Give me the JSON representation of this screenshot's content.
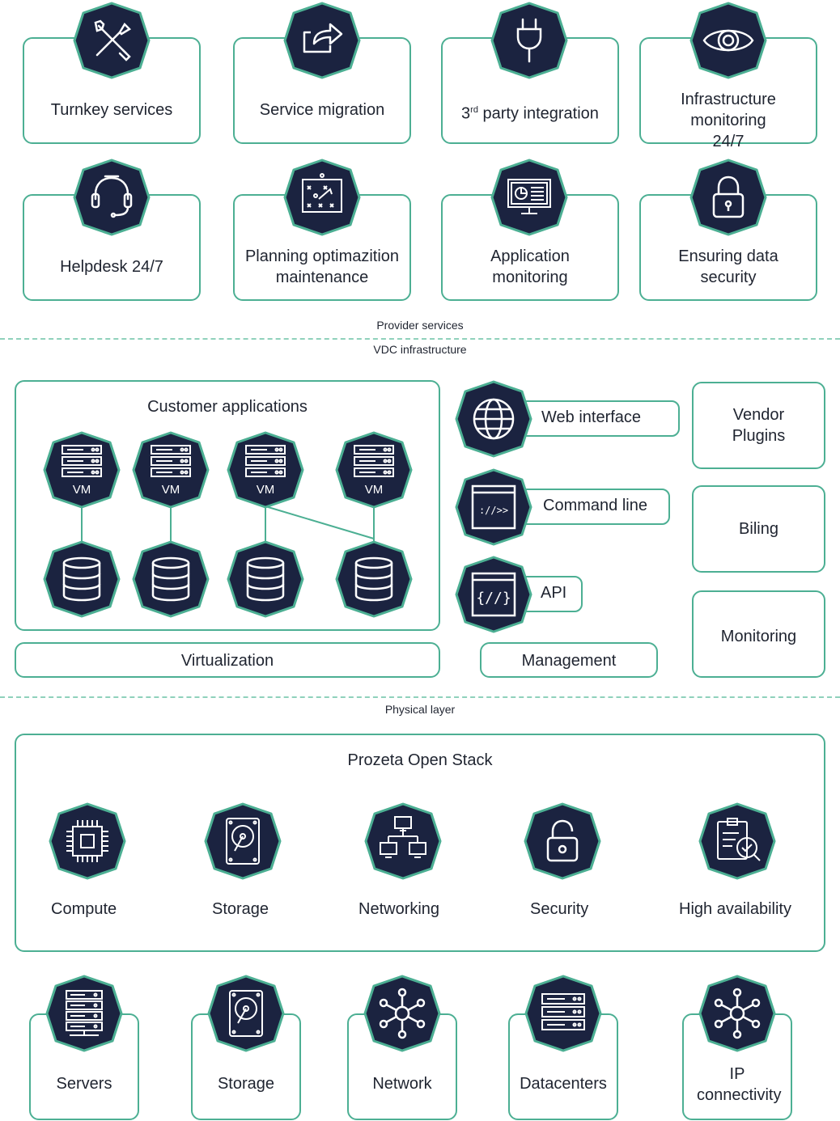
{
  "provider_services": [
    {
      "label": "Turnkey services",
      "icon": "tools-icon"
    },
    {
      "label": "Service migration",
      "icon": "share-icon"
    },
    {
      "label_main": "3",
      "label_sup": "rd",
      "label_rest": " party integration",
      "icon": "plug-icon"
    },
    {
      "label": "Infrastructure monitoring 24/7",
      "icon": "eye-icon"
    },
    {
      "label": "Helpdesk 24/7",
      "icon": "headset-icon"
    },
    {
      "label": "Planning optimazition maintenance",
      "icon": "strategy-board-icon"
    },
    {
      "label": "Application monitoring",
      "icon": "monitor-icon"
    },
    {
      "label": "Ensuring data security",
      "icon": "padlock-icon"
    }
  ],
  "separators": {
    "provider": "Provider services",
    "vdc": "VDC infrastructure",
    "physical": "Physical layer"
  },
  "vdc": {
    "customer_apps_title": "Customer applications",
    "vm_label": "VM",
    "virtualization": "Virtualization",
    "management": "Management",
    "interfaces": [
      {
        "label": "Web interface",
        "icon": "globe-icon"
      },
      {
        "label": "Command line",
        "icon": "terminal-icon"
      },
      {
        "label": "API",
        "icon": "code-icon"
      }
    ],
    "side": {
      "vendor_plugins": "Vendor Plugins",
      "billing": "Biling",
      "monitoring": "Monitoring"
    }
  },
  "openstack": {
    "title": "Prozeta Open Stack",
    "items": [
      {
        "label": "Compute",
        "icon": "cpu-icon"
      },
      {
        "label": "Storage",
        "icon": "hard-drive-icon"
      },
      {
        "label": "Networking",
        "icon": "network-icon"
      },
      {
        "label": "Security",
        "icon": "unlocked-padlock-icon"
      },
      {
        "label": "High availability",
        "icon": "clipboard-check-icon"
      }
    ]
  },
  "physical": [
    {
      "label": "Servers",
      "icon": "server-rack-icon"
    },
    {
      "label": "Storage",
      "icon": "hard-drive-icon"
    },
    {
      "label": "Network",
      "icon": "hub-icon"
    },
    {
      "label": "Datacenters",
      "icon": "datacenter-icon"
    },
    {
      "label": "IP connectivity",
      "icon": "hub-icon"
    }
  ],
  "colors": {
    "accent": "#4caf93",
    "dark": "#1b2340",
    "dash": "#8fd1bb"
  }
}
